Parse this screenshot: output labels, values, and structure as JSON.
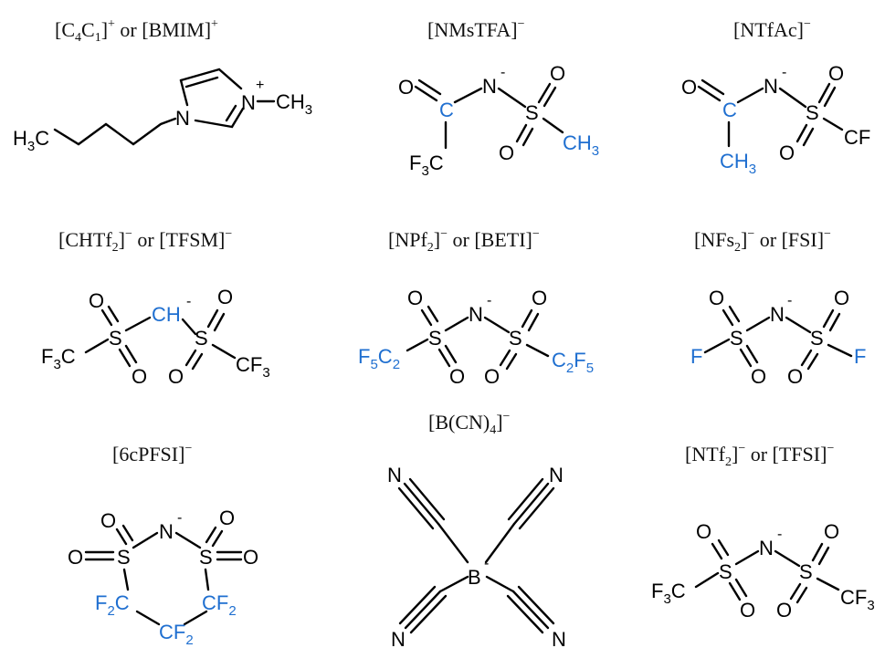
{
  "titles": {
    "bmim": {
      "main": "[C",
      "s1": "4",
      "mid": "C",
      "s2": "1",
      "close": "]",
      "sup": "+",
      "or": " or [BMIM]",
      "sup2": "+"
    },
    "nmstfa": {
      "main": "[NMsTFA]",
      "sup": "−"
    },
    "ntfac": {
      "main": "[NTfAc]",
      "sup": "−"
    },
    "chtf2": {
      "main": "[CHTf",
      "s1": "2",
      "close": "]",
      "sup": "−",
      "or": " or [TFSM]",
      "sup2": "−"
    },
    "npf2": {
      "main": "[NPf",
      "s1": "2",
      "close": "]",
      "sup": "−",
      "or": " or [BETI]",
      "sup2": "−"
    },
    "nfs2": {
      "main": "[NFs",
      "s1": "2",
      "close": "]",
      "sup": "−",
      "or": " or [FSI]",
      "sup2": "−"
    },
    "6cpfsi": {
      "main": "[6cPFSI]",
      "sup": "−"
    },
    "bcn4": {
      "main": "[B(CN)",
      "s1": "4",
      "close": "]",
      "sup": "−"
    },
    "ntf2": {
      "main": "[NTf",
      "s1": "2",
      "close": "]",
      "sup": "−",
      "or": " or [TFSI]",
      "sup2": "−"
    }
  },
  "atoms": {
    "N": "N",
    "O": "O",
    "S": "S",
    "C": "C",
    "H": "H",
    "F": "F",
    "B": "B",
    "CH": "CH",
    "minus": "-",
    "plus": "+",
    "sub2": "2",
    "sub3": "3",
    "sub5": "5"
  },
  "colors": {
    "highlight": "#1f6fd0",
    "ink": "#000000"
  }
}
